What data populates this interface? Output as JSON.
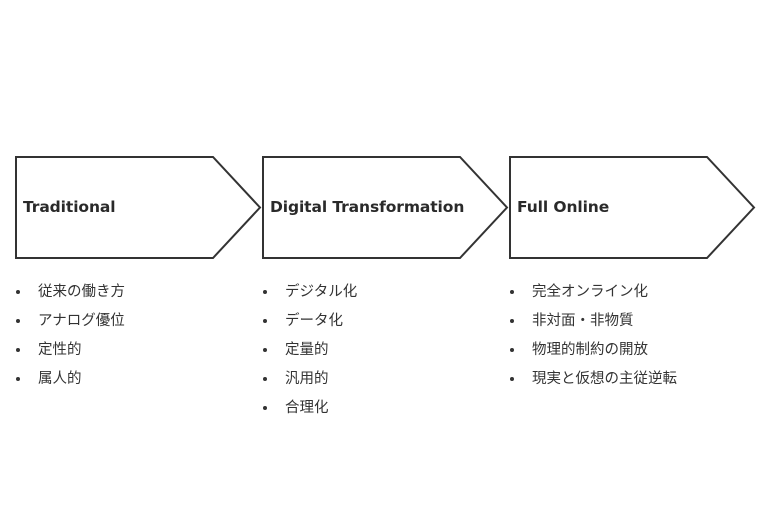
{
  "stages": [
    {
      "label": "Traditional",
      "items": [
        "従来の働き方",
        "アナログ優位",
        "定性的",
        "属人的"
      ]
    },
    {
      "label": "Digital Transformation",
      "items": [
        "デジタル化",
        "データ化",
        "定量的",
        "汎用的",
        "合理化"
      ]
    },
    {
      "label": "Full Online",
      "items": [
        "完全オンライン化",
        "非対面・非物質",
        "物理的制約の開放",
        "現実と仮想の主従逆転"
      ]
    }
  ],
  "colors": {
    "arrow_stroke": "#333333",
    "text": "#333333"
  }
}
